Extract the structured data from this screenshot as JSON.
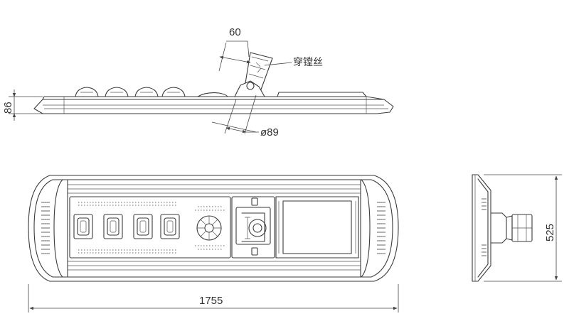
{
  "drawing": {
    "dimensions": {
      "angle": "60",
      "height_side": "86",
      "pipe_diameter": "ø89",
      "length": "1755",
      "width": "525"
    },
    "notes": {
      "mount_bolt": "穿镗丝"
    },
    "colors": {
      "line": "#3a3a3a",
      "background": "#ffffff"
    }
  }
}
